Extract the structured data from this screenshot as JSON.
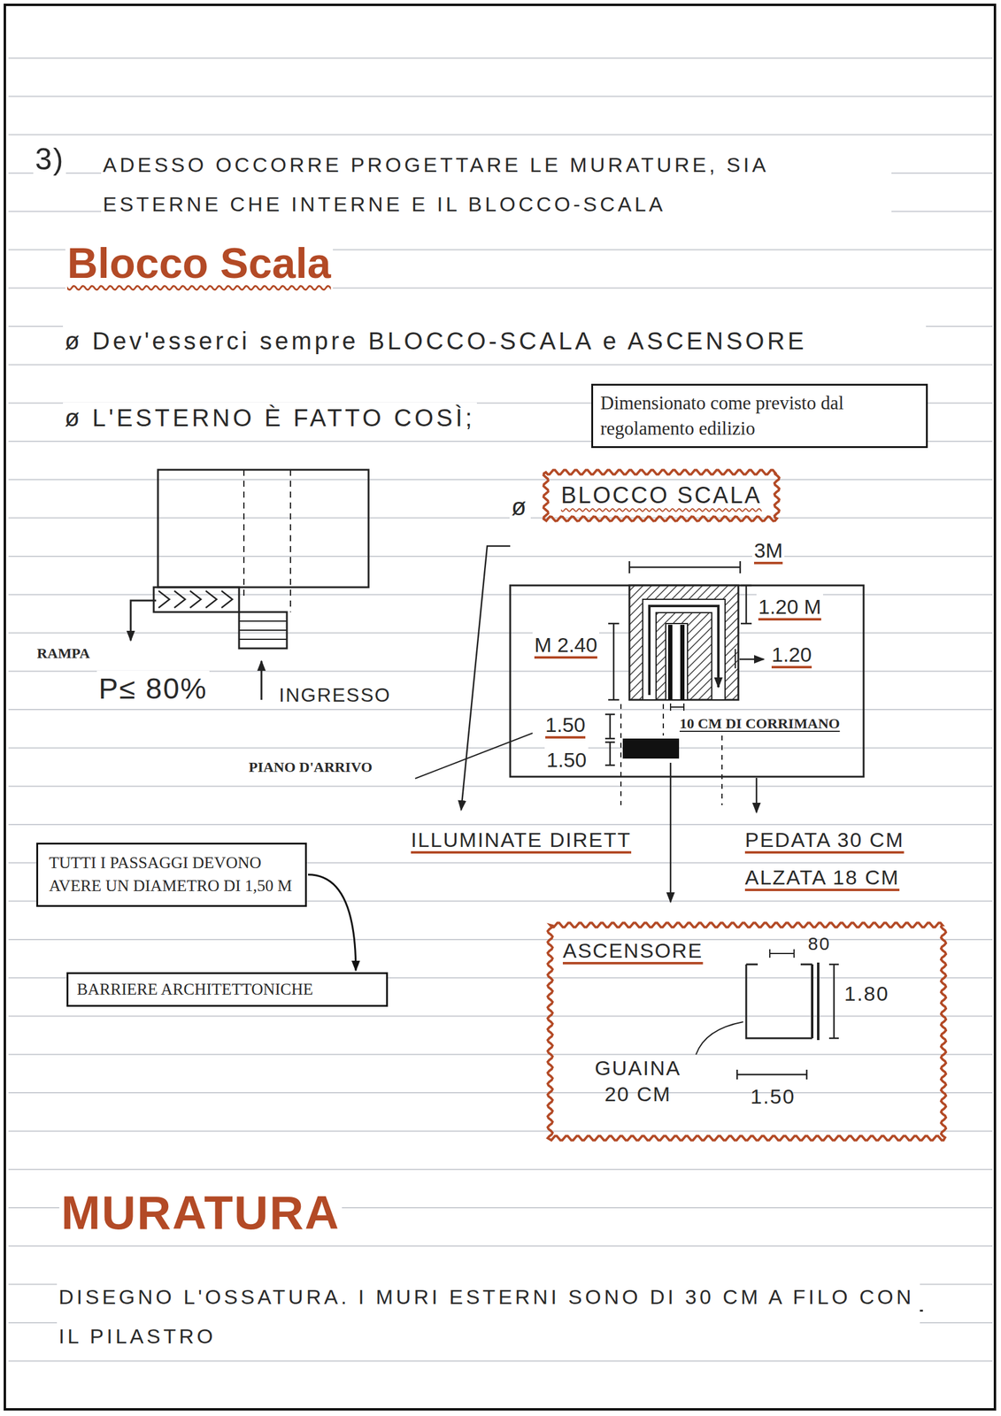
{
  "diagram": {
    "nodes": [
      {
        "text": [
          "Dimensionato come previsto dal regolamento edilizio"
        ]
      },
      {
        "text": [
          "BLOCCO SCALA"
        ]
      },
      {
        "text": [
          "TUTTI I PASSAGGI DEVONO AVERE UN DIAMETRO DI 1,50 M"
        ]
      },
      {
        "text": [
          "BARRIERE ARCHITETTONICHE"
        ]
      },
      {
        "text": [
          "ASCENSORE",
          "80",
          "1.80",
          "GUAINA 20 CM",
          "1.50"
        ]
      }
    ],
    "edges": [
      {
        "from": 2,
        "to": 3,
        "arrow": "to"
      }
    ],
    "labels": [
      "3)",
      "ADESSO OCCORRE PROGETTARE LE MURATURE, SIA ESTERNE CHE INTERNE E IL BLOCCO-SCALA",
      "Blocco Scala",
      "ø Dev'esserci sempre BLOCCO-SCALA e ASCENSORE",
      "ø L'ESTERNO È FATTO COSÌ;",
      "ø",
      "RAMPA",
      "P≤ 80%",
      "INGRESSO",
      "3M",
      "1.20 M",
      "M 2.40",
      "1.20",
      "10 CM DI CORRIMANO",
      "1.50",
      "1.50",
      "PIANO D'ARRIVO",
      "ILLUMINATE DIRETT",
      "PEDATA 30 CM",
      "ALZATA 18 CM",
      "MURATURA",
      "DISEGNO L'OSSATURA. I MURI ESTERNI SONO DI 30 CM A FILO CON IL PILASTRO"
    ]
  }
}
